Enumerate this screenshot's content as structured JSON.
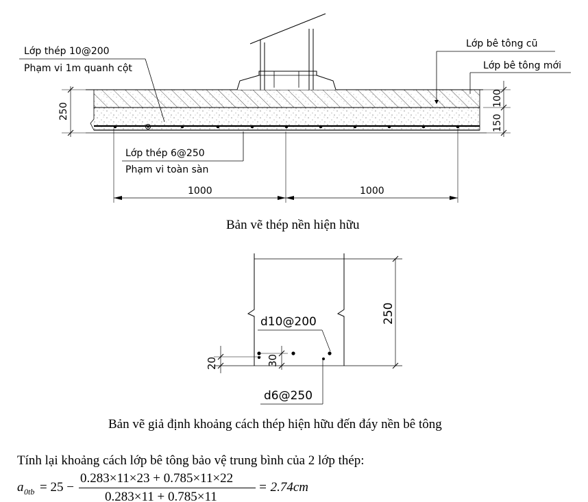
{
  "figure1": {
    "label_rebar_top_1": "Lớp thép 10@200",
    "label_rebar_top_2": "Phạm vi 1m quanh cột",
    "label_rebar_bottom_1": "Lớp thép 6@250",
    "label_rebar_bottom_2": "Phạm vi toàn sàn",
    "label_old_concrete": "Lớp bê tông cũ",
    "label_new_concrete": "Lớp bê tông mới",
    "dim_total": "250",
    "dim_top": "100",
    "dim_bottom": "150",
    "dim_span_left": "1000",
    "dim_span_right": "1000",
    "caption": "Bản vẽ thép nền hiện hữu"
  },
  "figure2": {
    "label_top": "d10@200",
    "label_bottom": "d6@250",
    "dim_height": "250",
    "dim_left": "20",
    "dim_mid": "30",
    "caption": "Bản vẽ giả định khoảng cách thép hiện hữu đến đáy nền bê tông"
  },
  "calc": {
    "intro": "Tính lại khoảng cách lớp bê tông bảo vệ trung bình của 2 lớp thép:",
    "lhs": "a",
    "lhs_sub": "0tb",
    "eq_prefix": "= 25 −",
    "numerator": "0.283×11×23 + 0.785×11×22",
    "denominator": "0.283×11 + 0.785×11",
    "result": "= 2.74cm"
  }
}
